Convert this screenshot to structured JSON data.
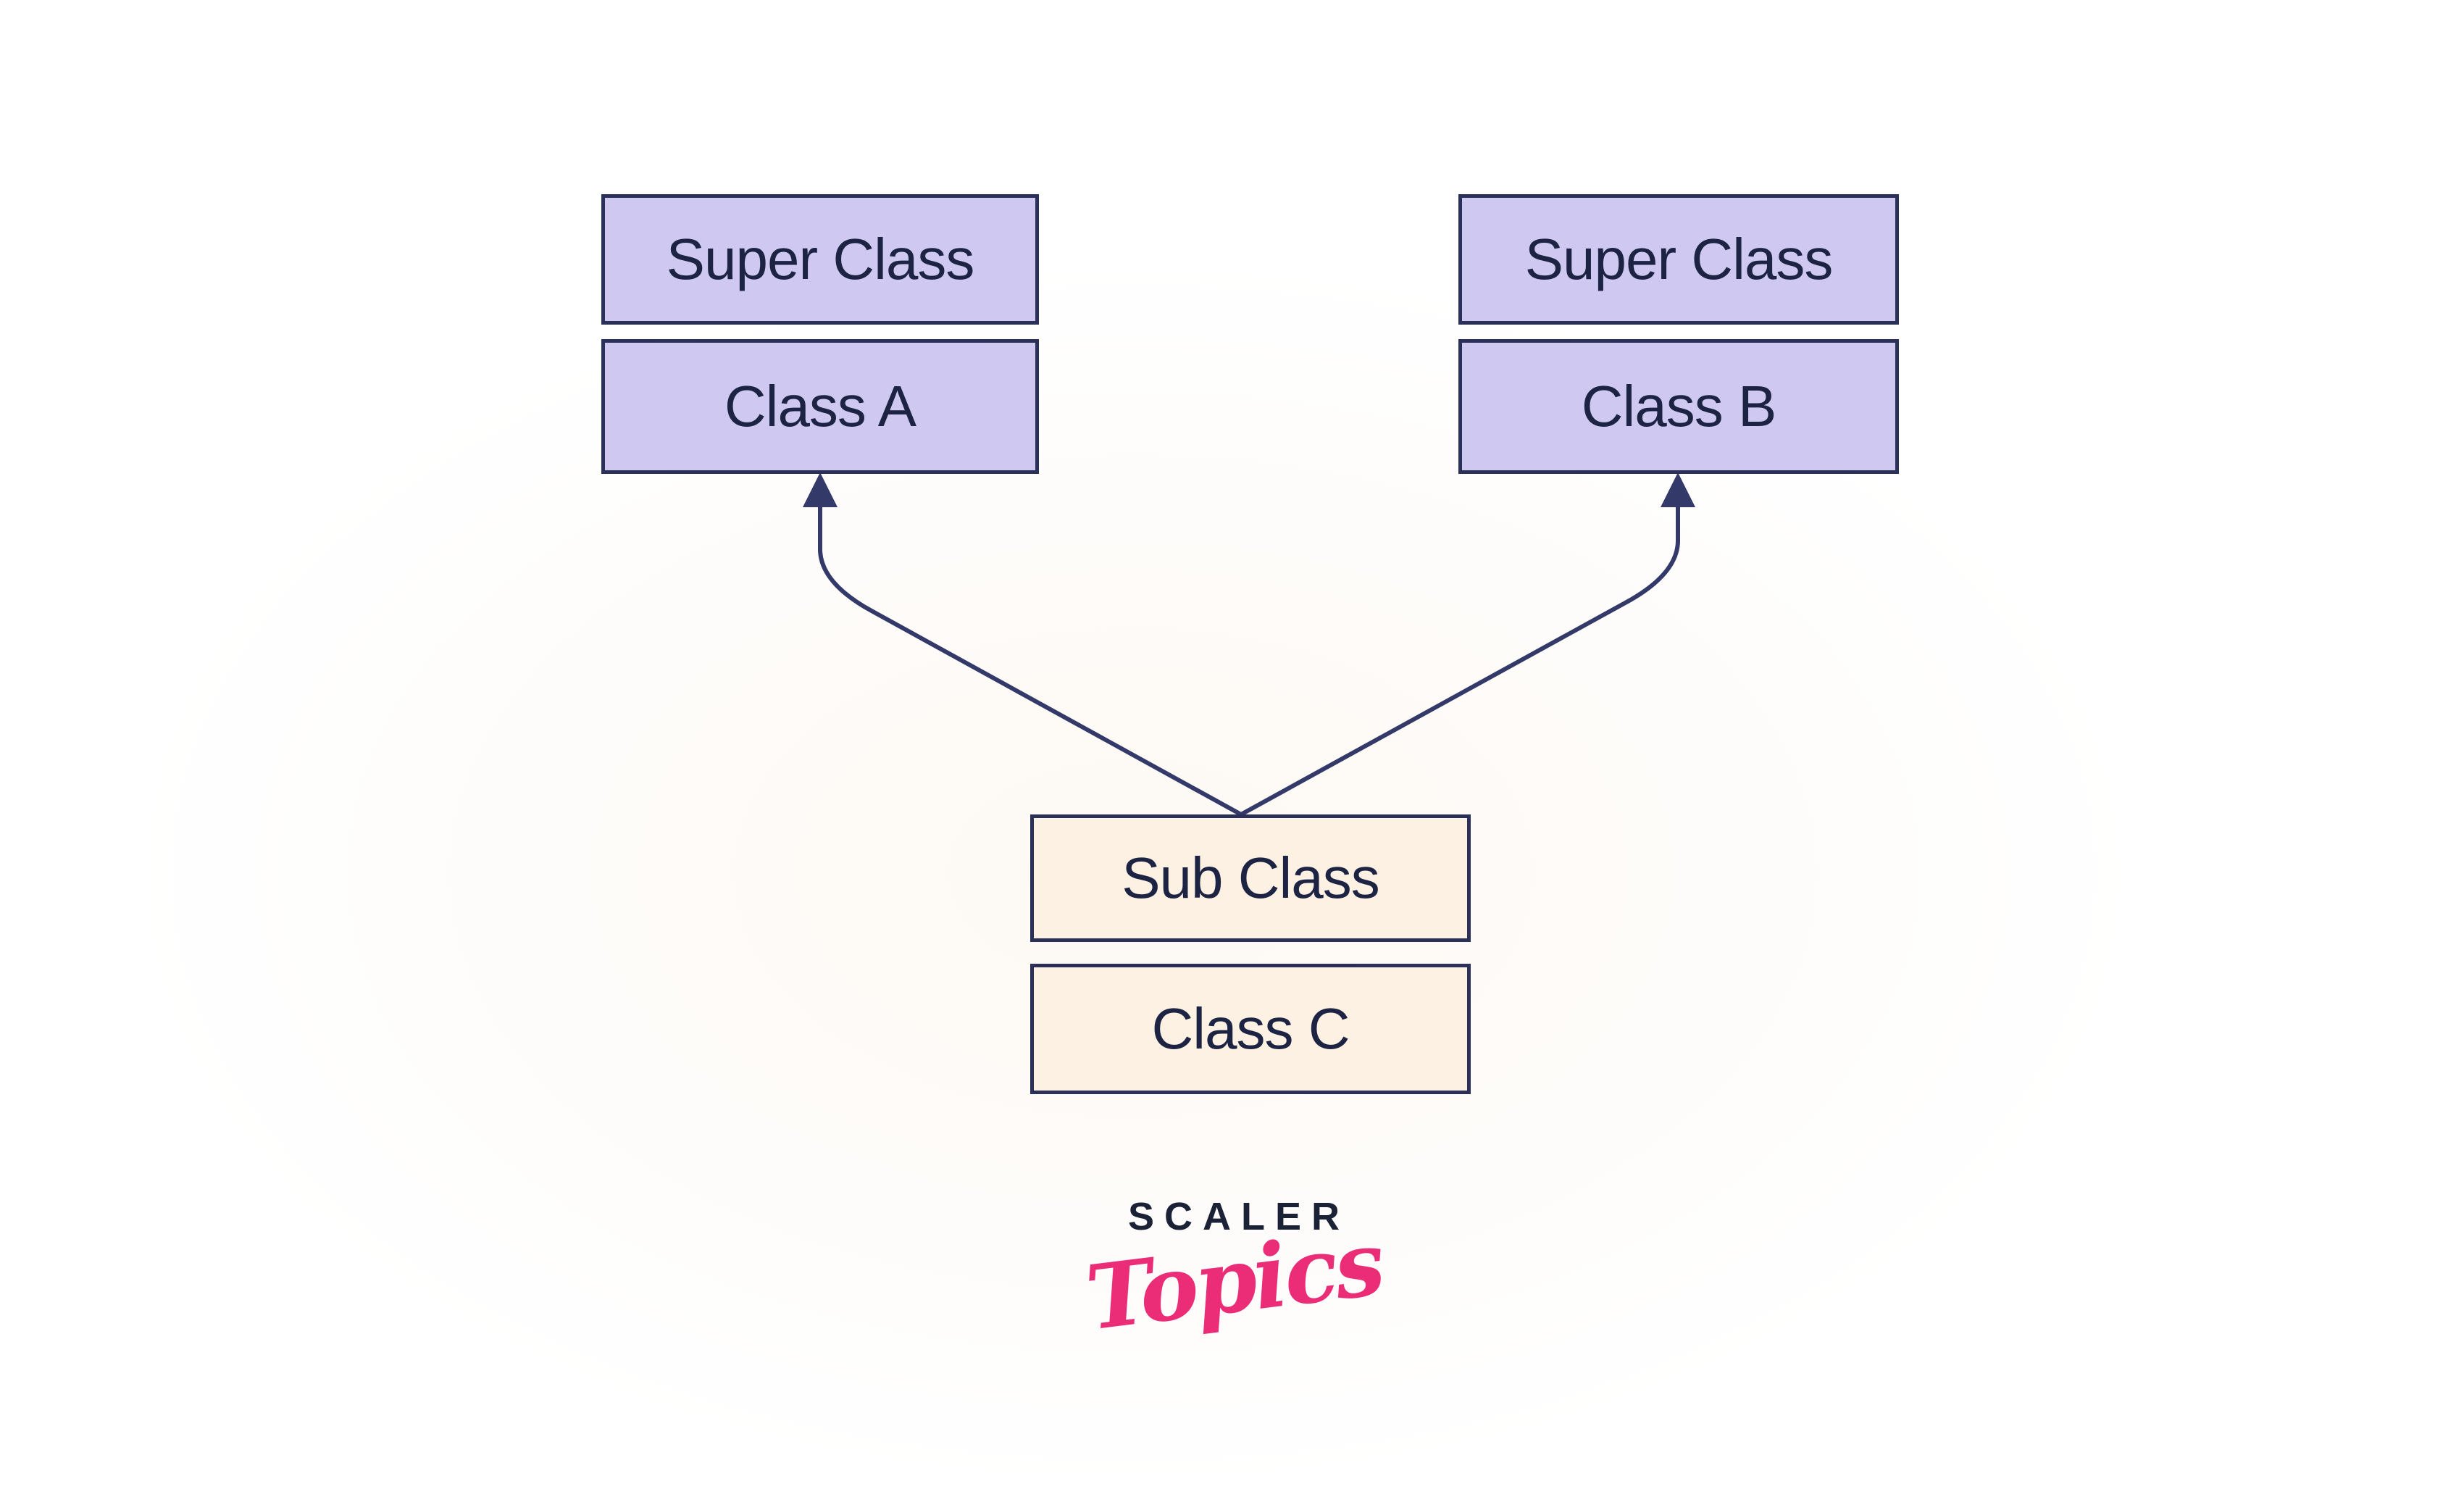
{
  "diagram": {
    "description": "Multiple inheritance class diagram",
    "nodes": [
      {
        "id": "left",
        "role": "Super Class",
        "name": "Class A"
      },
      {
        "id": "right",
        "role": "Super Class",
        "name": "Class B"
      },
      {
        "id": "bottom",
        "role": "Sub Class",
        "name": "Class C"
      }
    ]
  },
  "logo": {
    "brand": "SCALER",
    "wordmark": "Topics"
  },
  "theme": {
    "lavender": "#CFC9F1",
    "cream": "#FCF1E3",
    "box-border": "#2B3058",
    "box-text": "#1D2342",
    "connector": "#333968",
    "brand": "#1B2236",
    "accent": "#EB2D77",
    "bg-tint": "#fdf8f2"
  }
}
